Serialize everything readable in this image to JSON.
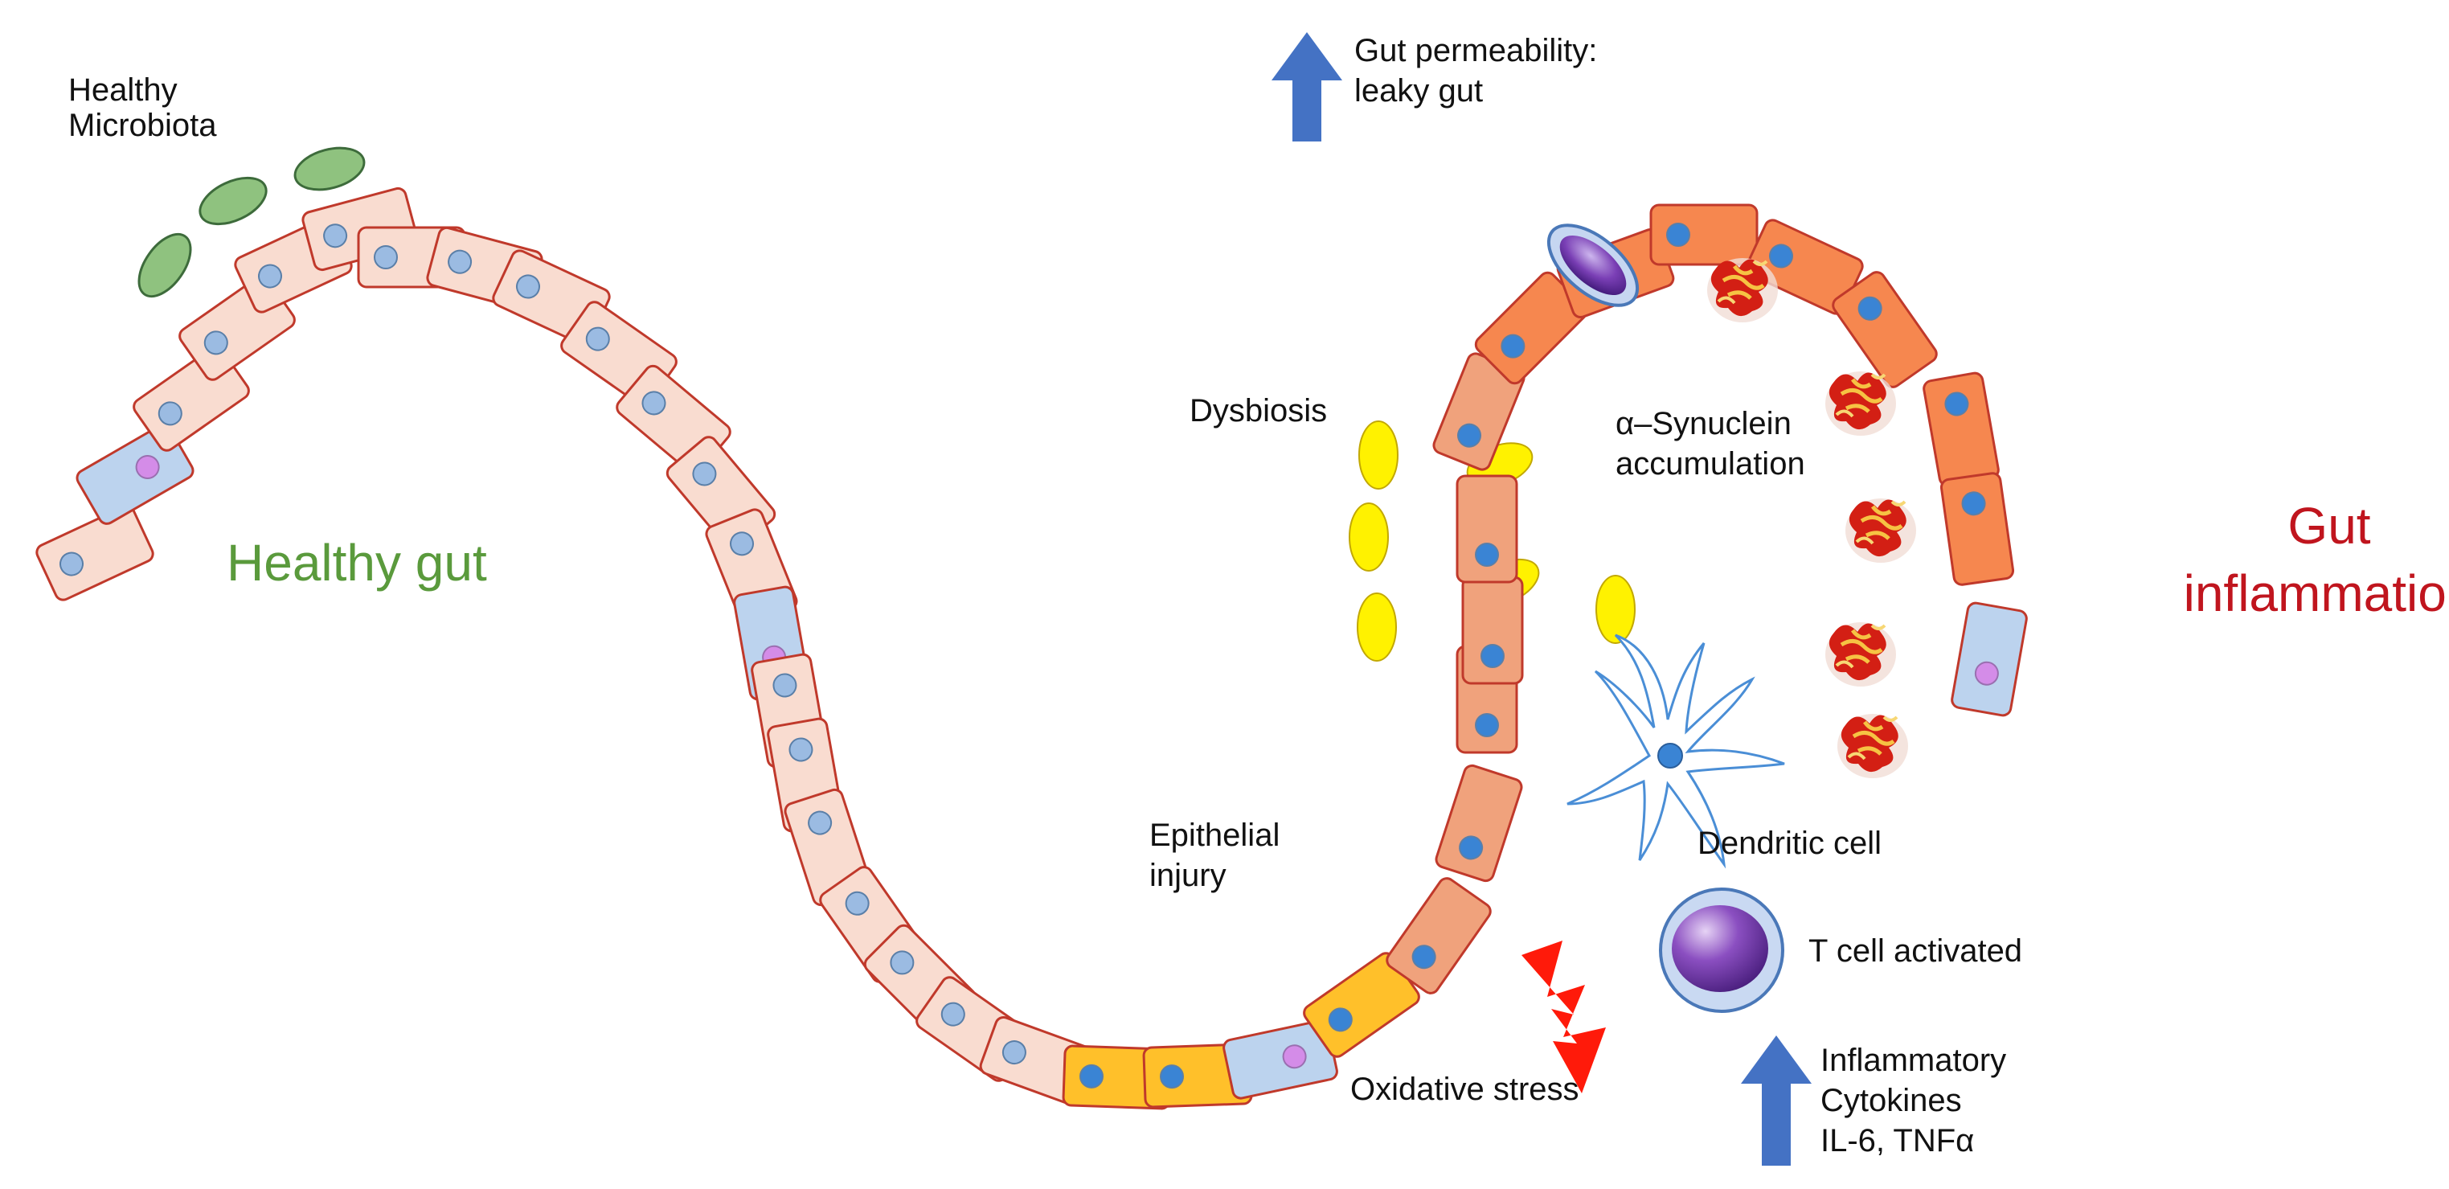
{
  "labels": {
    "healthy_microbiota": [
      "Healthy",
      "Microbiota"
    ],
    "healthy_gut": "Healthy gut",
    "gut_permeability": [
      "Gut permeability:",
      "leaky gut"
    ],
    "dysbiosis": "Dysbiosis",
    "synuclein": [
      "α–Synuclein",
      "accumulation"
    ],
    "gut_inflammation": [
      "Gut",
      "inflammation"
    ],
    "epithelial_injury": [
      "Epithelial",
      "injury"
    ],
    "dendritic_cell": "Dendritic cell",
    "t_cell": "T cell activated",
    "oxidative_stress": "Oxidative stress",
    "cytokines": [
      "Inflammatory",
      "Cytokines",
      "IL-6, TNFα"
    ]
  },
  "colors": {
    "healthy_cell": "#f9dcd0",
    "goblet_cell": "#bcd3ee",
    "injured_cell": "#ffc02a",
    "inflamed_cell_light": "#f0a27c",
    "inflamed_cell": "#f6874f",
    "cell_border": "#c0392b",
    "healthy_nucleus": "#9bbbe2",
    "inflamed_nucleus": "#3a84d4",
    "goblet_nucleus": "#d48ce8",
    "microbiota": "#8fc27f",
    "dysbiosis_bacteria": "#fff200",
    "arrow": "#4472c4",
    "healthy_text": "#5a9a3c",
    "inflammation_text": "#c0151e",
    "bolt": "#ff1a0a"
  },
  "icons": [
    "up-arrow-icon",
    "lightning-bolt-icon",
    "dendritic-cell-icon",
    "t-cell-icon",
    "alpha-synuclein-protein-icon",
    "bacteria-icon"
  ]
}
